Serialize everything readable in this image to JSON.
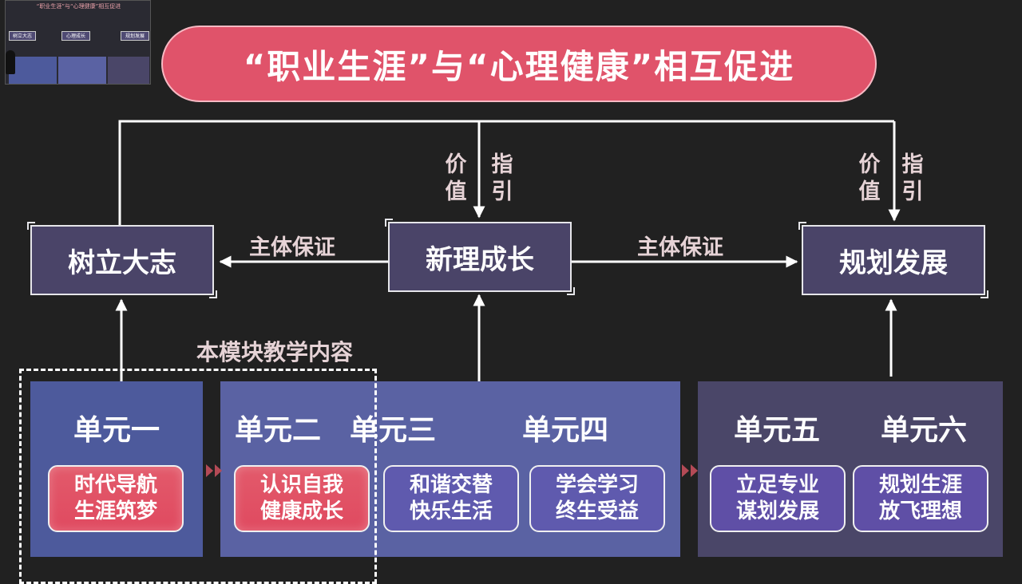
{
  "title": "“职业生涯”与“心理健康”相互促进",
  "thumbnail": {
    "title": "“职业生涯”与“心理健康”相互促进",
    "nodes": [
      "树立大志",
      "心理成长",
      "规划发展"
    ]
  },
  "nodes": {
    "left": "树立大志",
    "center": "新理成长",
    "right": "规划发展"
  },
  "edge_labels": {
    "left": "主体保证",
    "right": "主体保证",
    "value_left": [
      "价",
      "值"
    ],
    "guide_left": [
      "指",
      "引"
    ],
    "value_right": [
      "价",
      "值"
    ],
    "guide_right": [
      "指",
      "引"
    ]
  },
  "module_label": "本模块教学内容",
  "units": [
    {
      "title": "单元一",
      "line1": "时代导航",
      "line2": "生涯筑梦"
    },
    {
      "title": "单元二",
      "line1": "认识自我",
      "line2": "健康成长"
    },
    {
      "title": "单元三",
      "line1": "和谐交替",
      "line2": "快乐生活"
    },
    {
      "title": "单元四",
      "line1": "学会学习",
      "line2": "终生受益"
    },
    {
      "title": "单元五",
      "line1": "立足专业",
      "line2": "谋划发展"
    },
    {
      "title": "单元六",
      "line1": "规划生涯",
      "line2": "放飞理想"
    }
  ],
  "colors": {
    "background": "#212121",
    "title_pill": "#e0536a",
    "node_fill": "#4a4468",
    "unit_block_1": "#4d5a9c",
    "unit_block_2": "#5a62a3",
    "unit_block_3": "#4a4668",
    "pill_red": "#e04a60",
    "chevron": "#b44a56"
  }
}
